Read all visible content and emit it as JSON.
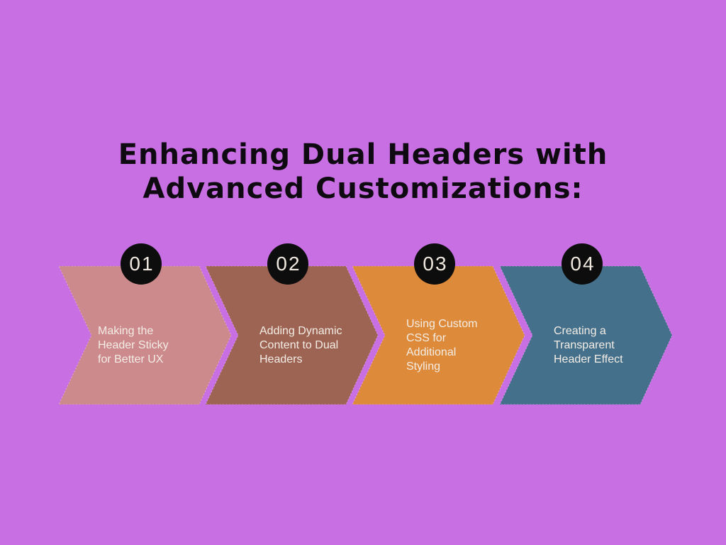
{
  "canvas": {
    "background_color": "#c96fe4"
  },
  "title": {
    "line1": "Enhancing Dual Headers with",
    "line2": "Advanced Customizations:",
    "color": "#0f0a11"
  },
  "steps": [
    {
      "number": "01",
      "label": "Making the\nHeader Sticky\nfor Better UX",
      "color": "#cd8a8d"
    },
    {
      "number": "02",
      "label": "Adding Dynamic\nContent to Dual\nHeaders",
      "color": "#9d6454"
    },
    {
      "number": "03",
      "label": "Using Custom\nCSS for\nAdditional\nStyling",
      "color": "#dd8a3a"
    },
    {
      "number": "04",
      "label": "Creating a\nTransparent\nHeader Effect",
      "color": "#44708b"
    }
  ],
  "badge_style": {
    "background": "#0d0d0d",
    "text_color": "#efe8df"
  },
  "label_style": {
    "text_color": "#f3ede5"
  }
}
